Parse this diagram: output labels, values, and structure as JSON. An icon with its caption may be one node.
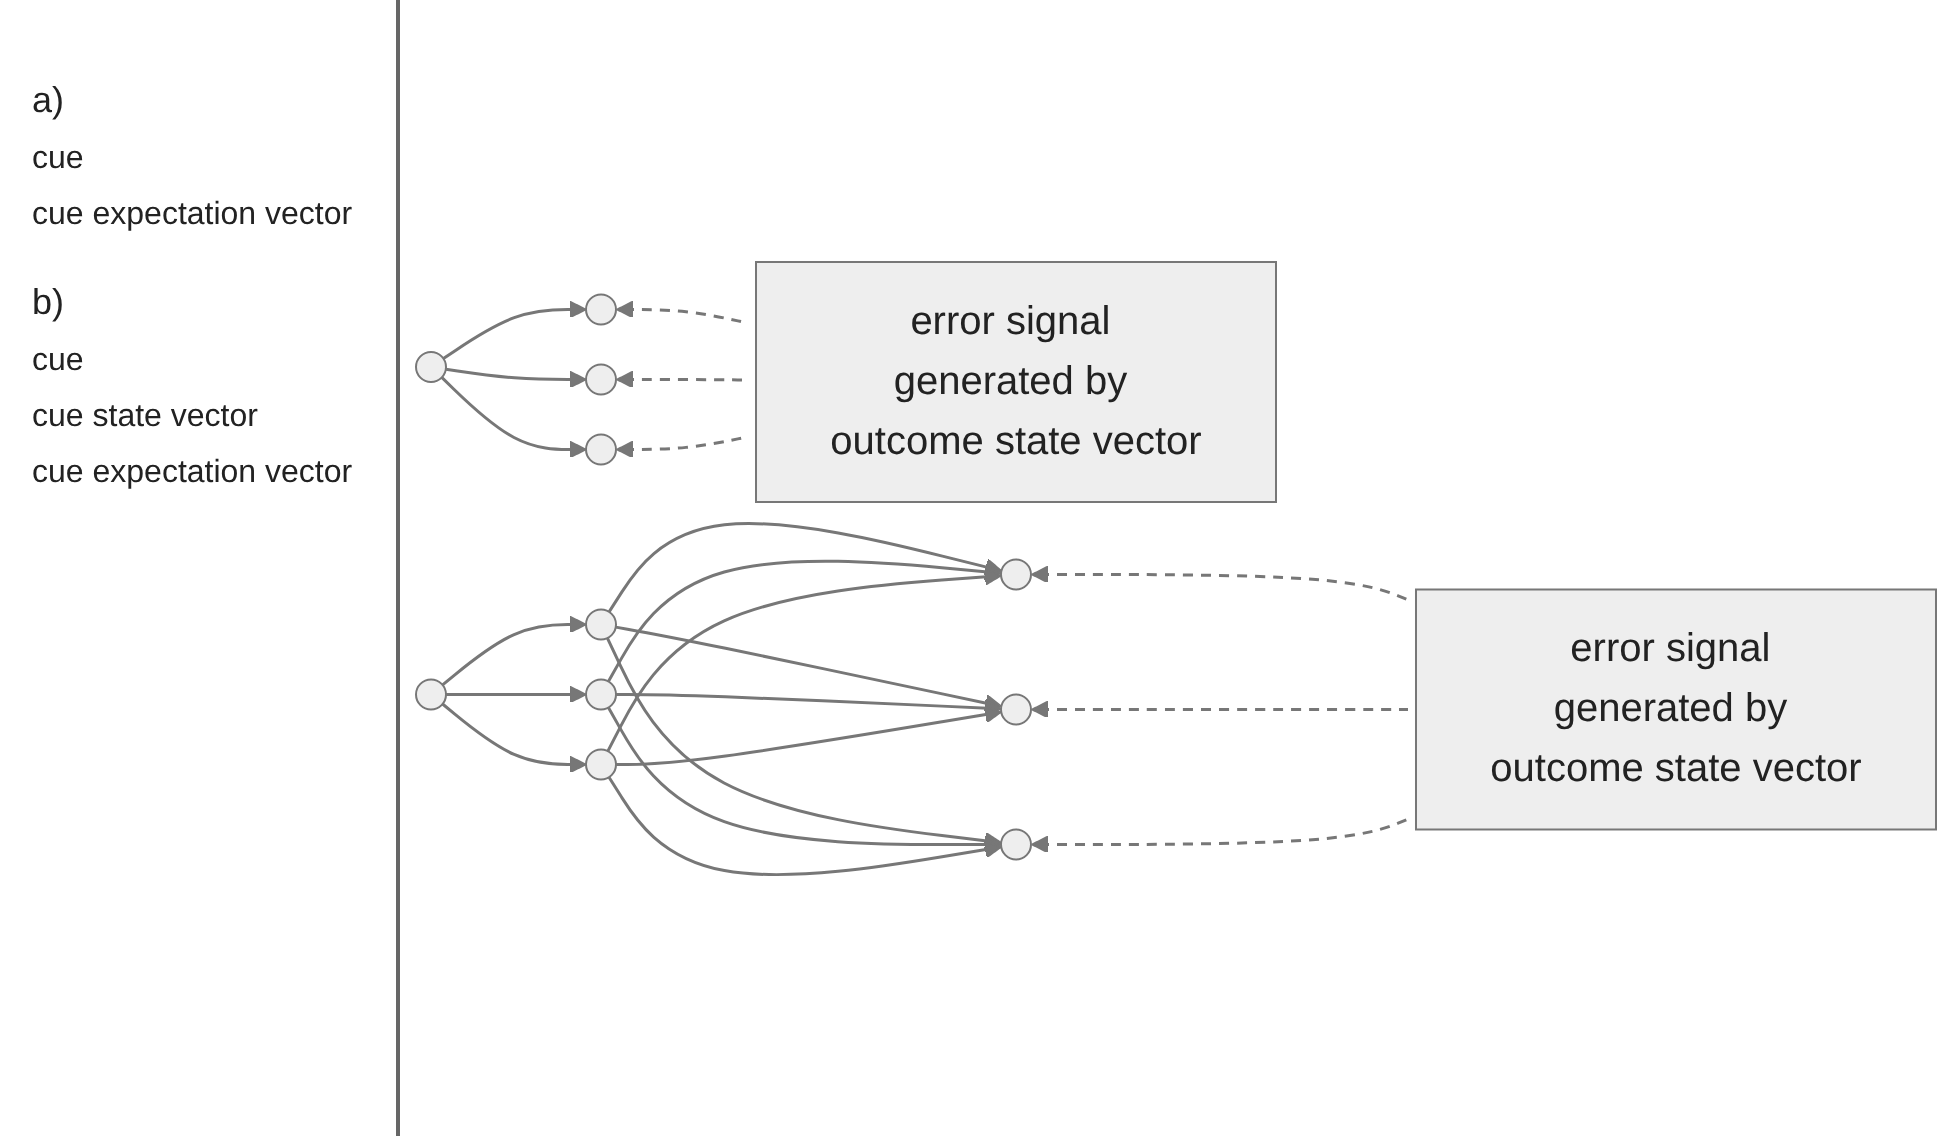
{
  "diagram": {
    "nodes": [
      {
        "text": [],
        "shape": "circle"
      },
      {
        "text": [],
        "shape": "circle"
      },
      {
        "text": [],
        "shape": "circle"
      },
      {
        "text": [],
        "shape": "circle"
      },
      {
        "text": [
          "error signal generated by outcome state vector"
        ]
      },
      {
        "text": [],
        "shape": "circle"
      },
      {
        "text": [],
        "shape": "circle"
      },
      {
        "text": [],
        "shape": "circle"
      },
      {
        "text": [],
        "shape": "circle"
      },
      {
        "text": [],
        "shape": "circle"
      },
      {
        "text": [],
        "shape": "circle"
      },
      {
        "text": [],
        "shape": "circle"
      },
      {
        "text": [
          "error signal generated by outcome state vector"
        ]
      }
    ],
    "edges": [
      {
        "from": 0,
        "to": 1,
        "arrow": "to"
      },
      {
        "from": 0,
        "to": 2,
        "arrow": "to"
      },
      {
        "from": 0,
        "to": 3,
        "arrow": "to"
      },
      {
        "from": 4,
        "to": 1,
        "arrow": "to",
        "style": "dashed"
      },
      {
        "from": 4,
        "to": 2,
        "arrow": "to",
        "style": "dashed"
      },
      {
        "from": 4,
        "to": 3,
        "arrow": "to",
        "style": "dashed"
      },
      {
        "from": 5,
        "to": 6,
        "arrow": "to"
      },
      {
        "from": 5,
        "to": 7,
        "arrow": "to"
      },
      {
        "from": 5,
        "to": 8,
        "arrow": "to"
      },
      {
        "from": 6,
        "to": 9,
        "arrow": "to"
      },
      {
        "from": 6,
        "to": 10,
        "arrow": "to"
      },
      {
        "from": 6,
        "to": 11,
        "arrow": "to"
      },
      {
        "from": 7,
        "to": 9,
        "arrow": "to"
      },
      {
        "from": 7,
        "to": 10,
        "arrow": "to"
      },
      {
        "from": 7,
        "to": 11,
        "arrow": "to"
      },
      {
        "from": 8,
        "to": 9,
        "arrow": "to"
      },
      {
        "from": 8,
        "to": 10,
        "arrow": "to"
      },
      {
        "from": 8,
        "to": 11,
        "arrow": "to"
      },
      {
        "from": 12,
        "to": 9,
        "arrow": "to",
        "style": "dashed"
      },
      {
        "from": 12,
        "to": 10,
        "arrow": "to",
        "style": "dashed"
      },
      {
        "from": 12,
        "to": 11,
        "arrow": "to",
        "style": "dashed"
      }
    ],
    "labels": [
      "a)",
      "cue",
      "cue expectation vector",
      "b)",
      "cue",
      "cue state vector",
      "cue expectation vector"
    ]
  }
}
